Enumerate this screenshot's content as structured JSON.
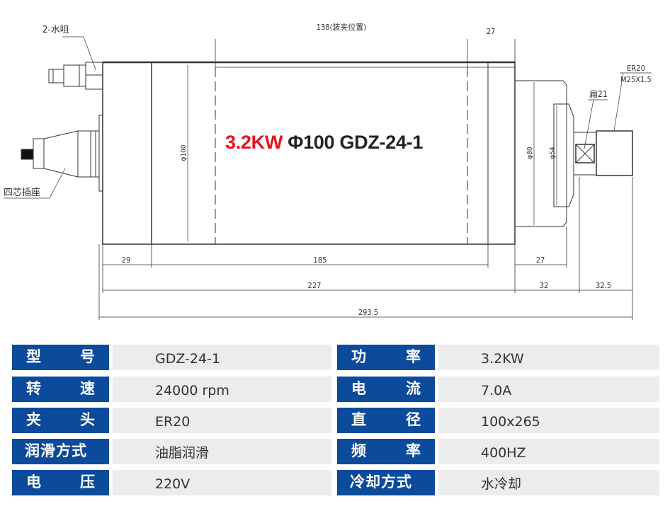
{
  "drawing": {
    "title_power": "3.2KW",
    "title_model": "Φ100 GDZ-24-1",
    "labels": {
      "water_nozzle": "2-水咀",
      "plug": "四芯插座",
      "flat": "扁21",
      "collet": "ER20",
      "thread": "M25X1.5",
      "dia_body": "φ100",
      "dia_front": "φ80",
      "dia_nose": "φ54"
    },
    "dimensions": {
      "clamp": "138(装夹位置)",
      "top_27": "27",
      "d29": "29",
      "d185": "185",
      "bottom_27": "27",
      "d227": "227",
      "d32": "32",
      "d32_5": "32.5",
      "total": "293.5"
    },
    "colors": {
      "accent_red": "#e8141b",
      "label_blue": "#0c4a9c"
    }
  },
  "specs": [
    {
      "label": [
        "型",
        "号"
      ],
      "value": "GDZ-24-1",
      "label2": [
        "功",
        "率"
      ],
      "value2": "3.2KW"
    },
    {
      "label": [
        "转",
        "速"
      ],
      "value": "24000 rpm",
      "label2": [
        "电",
        "流"
      ],
      "value2": "7.0A"
    },
    {
      "label": [
        "夹",
        "头"
      ],
      "value": "ER20",
      "label2": [
        "直",
        "径"
      ],
      "value2": "100x265"
    },
    {
      "label": [
        "润滑方式"
      ],
      "value": "油脂润滑",
      "label2": [
        "频",
        "率"
      ],
      "value2": "400HZ"
    },
    {
      "label": [
        "电",
        "压"
      ],
      "value": "220V",
      "label2": [
        "冷却方式"
      ],
      "value2": "水冷却"
    }
  ]
}
